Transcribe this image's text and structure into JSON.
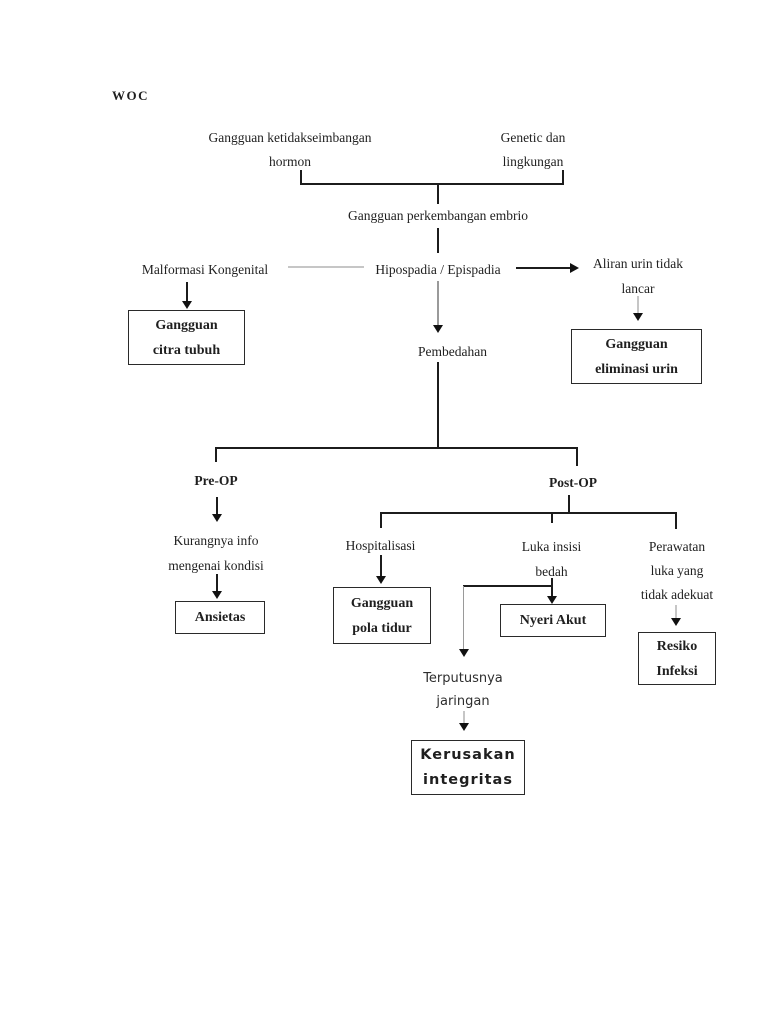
{
  "title": "WOC",
  "colors": {
    "background": "#ffffff",
    "line": "#1c1c1c",
    "faded_line": "#c6c6c6",
    "box_border": "#2a2a2a",
    "text": "#1f1f1f"
  },
  "nodes": {
    "hormon": [
      "Gangguan ketidakseimbangan",
      "hormon"
    ],
    "genetic": [
      "Genetic dan",
      "lingkungan"
    ],
    "embrio": "Gangguan perkembangan embrio",
    "malformasi": "Malformasi Kongenital",
    "hipospadia": "Hipospadia / Epispadia",
    "aliran": [
      "Aliran urin tidak",
      "lancar"
    ],
    "citra": [
      "Gangguan",
      "citra tubuh"
    ],
    "eliminasi": [
      "Gangguan",
      "eliminasi urin"
    ],
    "pembedahan": "Pembedahan",
    "preop": "Pre-OP",
    "postop": "Post-OP",
    "kurangnya": [
      "Kurangnya info",
      "mengenai kondisi"
    ],
    "ansietas": "Ansietas",
    "hospitalisasi": "Hospitalisasi",
    "luka": [
      "Luka insisi",
      "bedah"
    ],
    "perawatan": [
      "Perawatan",
      "luka yang",
      "tidak adekuat"
    ],
    "pola_tidur": [
      "Gangguan",
      "pola tidur"
    ],
    "nyeri": "Nyeri Akut",
    "resiko": [
      "Resiko",
      "Infeksi"
    ],
    "terputusnya": [
      "Terputusnya",
      "jaringan"
    ],
    "kerusakan": [
      "Kerusakan",
      "integritas"
    ]
  }
}
